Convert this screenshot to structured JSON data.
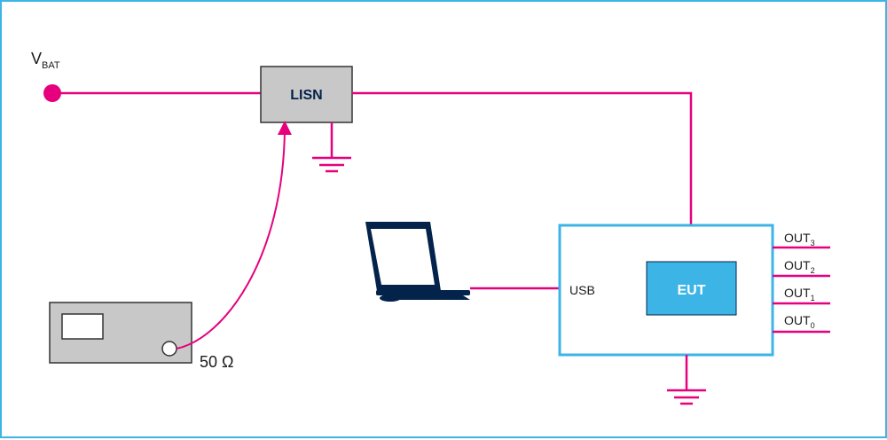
{
  "vbat": {
    "main": "V",
    "sub": "BAT"
  },
  "lisn_label": "LISN",
  "eut_label": "EUT",
  "usb_label": "USB",
  "impedance_label": "50 Ω",
  "outputs": [
    {
      "main": "OUT",
      "sub": "3"
    },
    {
      "main": "OUT",
      "sub": "2"
    },
    {
      "main": "OUT",
      "sub": "1"
    },
    {
      "main": "OUT",
      "sub": "0"
    }
  ],
  "colors": {
    "wire": "#e6007e",
    "frame": "#3cb4e6",
    "lisn_fill": "#c8c8c8",
    "eut_fill": "#3cb4e6",
    "laptop": "#03234b"
  }
}
